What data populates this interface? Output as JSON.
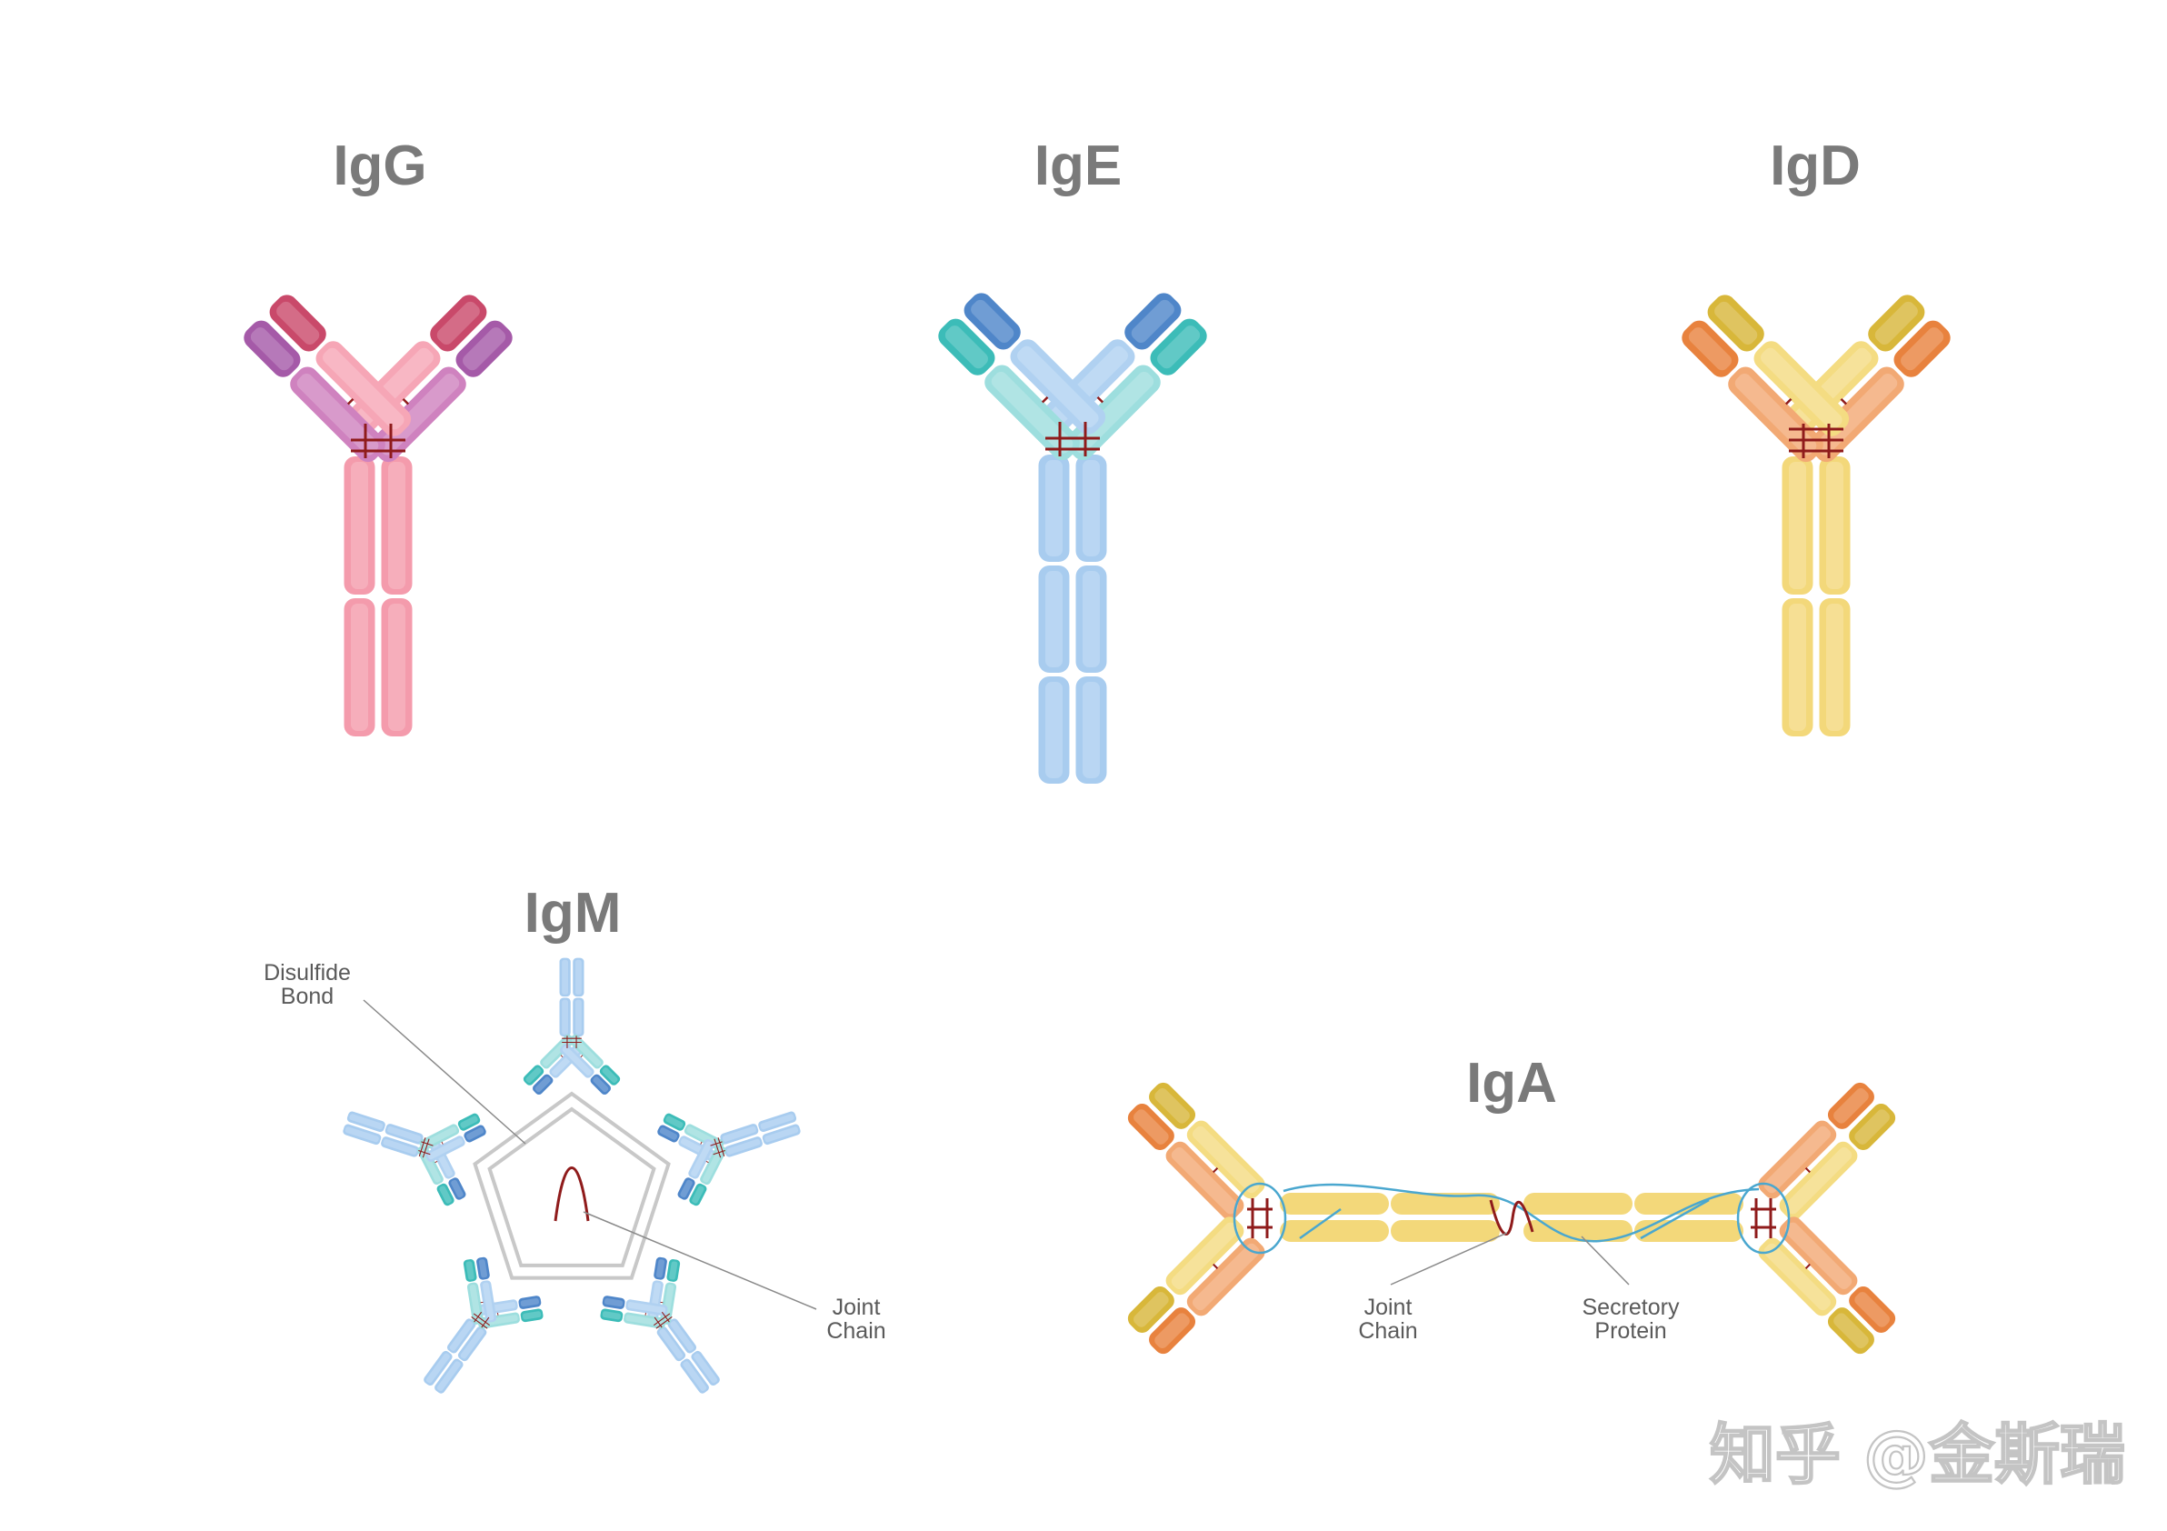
{
  "titles": {
    "igg": "IgG",
    "ige": "IgE",
    "igd": "IgD",
    "igm": "IgM",
    "iga": "IgA"
  },
  "labels": {
    "igm_disulfide_1": "Disulfide",
    "igm_disulfide_2": "Bond",
    "igm_joint_1": "Joint",
    "igm_joint_2": "Chain",
    "iga_joint_1": "Joint",
    "iga_joint_2": "Chain",
    "iga_secretory_1": "Secretory",
    "iga_secretory_2": "Protein"
  },
  "watermark": "知乎 @金斯瑞",
  "colors": {
    "igg": {
      "stem": "#f49bac",
      "inner_arm": "#f6a6b6",
      "light_chain": "#cf82bf",
      "tip_dark": "#c9496a",
      "tip_light": "#a55aa8"
    },
    "ige": {
      "stem": "#a8ccef",
      "inner_arm": "#b0d1f1",
      "light_chain": "#9ddede",
      "tip_dark": "#4f86c9",
      "tip_light": "#3cbcb8"
    },
    "igd": {
      "stem": "#f3d87a",
      "inner_arm": "#f4dc82",
      "light_chain": "#f2a974",
      "tip_dark": "#d8b73a",
      "tip_light": "#e8823e"
    },
    "iga": {
      "stem": "#f3d87a",
      "inner_arm": "#f4dc82",
      "light_chain": "#f2a974",
      "tip_dark": "#d8b73a",
      "tip_light": "#e8823e"
    },
    "disulfide": "#8f1b1b",
    "pentamer_frame": "#c8c8c8",
    "secretory": "#4aa7cf",
    "leader": "#8a8a8a"
  }
}
